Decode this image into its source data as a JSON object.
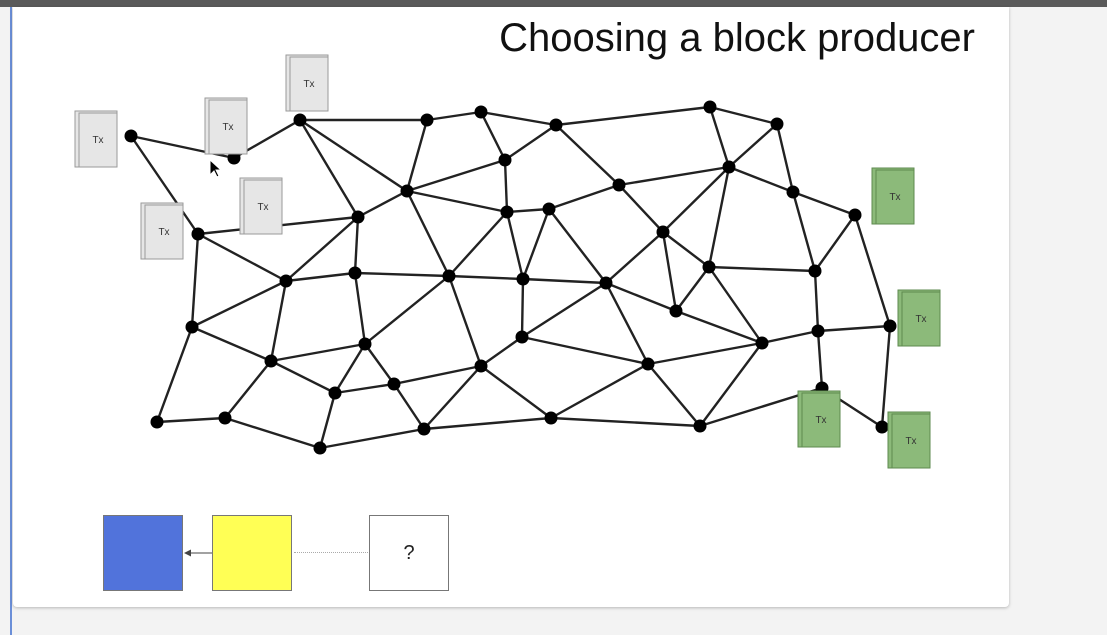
{
  "slide": {
    "title": "Choosing a block producer"
  },
  "transaction_label": "Tx",
  "pending_transactions": [
    "Tx",
    "Tx",
    "Tx",
    "Tx",
    "Tx"
  ],
  "confirmed_transactions": [
    "Tx",
    "Tx",
    "Tx",
    "Tx"
  ],
  "chain": {
    "blocks": [
      {
        "color": "#5173db",
        "label": ""
      },
      {
        "color": "#ffff55",
        "label": ""
      },
      {
        "color": "#ffffff",
        "label": "?"
      }
    ]
  },
  "colors": {
    "node": "#000000",
    "edge": "#222222",
    "pending_tx_fill": "#e6e6e6",
    "confirmed_tx_fill": "#8cba7a"
  }
}
